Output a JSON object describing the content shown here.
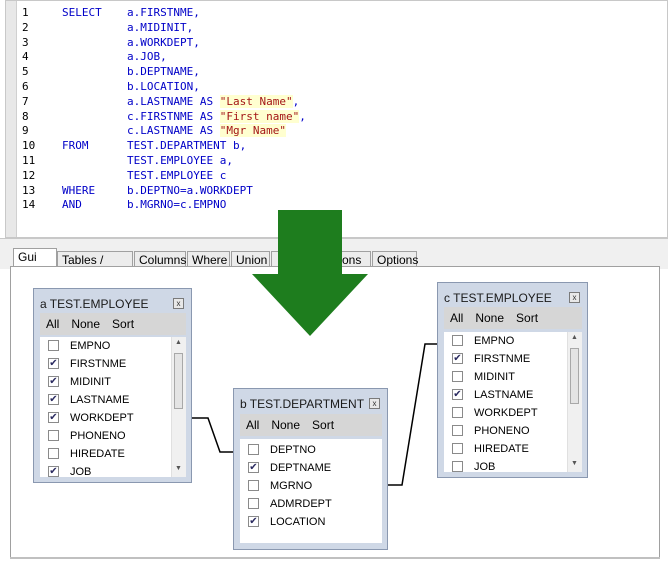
{
  "sql": {
    "lines": [
      {
        "n": "1",
        "kw": "SELECT",
        "text": "a.FIRSTNME,"
      },
      {
        "n": "2",
        "kw": "",
        "text": "a.MIDINIT,"
      },
      {
        "n": "3",
        "kw": "",
        "text": "a.WORKDEPT,"
      },
      {
        "n": "4",
        "kw": "",
        "text": "a.JOB,"
      },
      {
        "n": "5",
        "kw": "",
        "text": "b.DEPTNAME,"
      },
      {
        "n": "6",
        "kw": "",
        "text": "b.LOCATION,"
      },
      {
        "n": "7",
        "kw": "",
        "text": "a.LASTNAME",
        "as": "AS",
        "str": "\"Last Name\"",
        "tail": ","
      },
      {
        "n": "8",
        "kw": "",
        "text": "c.FIRSTNME",
        "as": "AS",
        "str": "\"First name\"",
        "tail": ","
      },
      {
        "n": "9",
        "kw": "",
        "text": "c.LASTNAME",
        "as": "AS",
        "str": "\"Mgr Name\"",
        "tail": ""
      },
      {
        "n": "10",
        "kw": "FROM",
        "text": "TEST.DEPARTMENT b,"
      },
      {
        "n": "11",
        "kw": "",
        "text": "TEST.EMPLOYEE a,"
      },
      {
        "n": "12",
        "kw": "",
        "text": "TEST.EMPLOYEE c"
      },
      {
        "n": "13",
        "kw": "WHERE",
        "text": "b.DEPTNO=a.WORKDEPT"
      },
      {
        "n": "14",
        "kw": "AND",
        "text": "b.MGRNO=c.EMPNO"
      }
    ]
  },
  "tabs": [
    "Gui",
    "Tables / Joins",
    "Columns",
    "Where",
    "Union",
    "",
    "tions",
    "Options"
  ],
  "tables": {
    "a": {
      "title": "a TEST.EMPLOYEE",
      "close": "x",
      "actions": [
        "All",
        "None",
        "Sort"
      ],
      "rows": [
        {
          "name": "EMPNO",
          "checked": false
        },
        {
          "name": "FIRSTNME",
          "checked": true
        },
        {
          "name": "MIDINIT",
          "checked": true
        },
        {
          "name": "LASTNAME",
          "checked": true
        },
        {
          "name": "WORKDEPT",
          "checked": true
        },
        {
          "name": "PHONENO",
          "checked": false
        },
        {
          "name": "HIREDATE",
          "checked": false
        },
        {
          "name": "JOB",
          "checked": true
        }
      ]
    },
    "b": {
      "title": "b TEST.DEPARTMENT",
      "close": "x",
      "actions": [
        "All",
        "None",
        "Sort"
      ],
      "rows": [
        {
          "name": "DEPTNO",
          "checked": false
        },
        {
          "name": "DEPTNAME",
          "checked": true
        },
        {
          "name": "MGRNO",
          "checked": false
        },
        {
          "name": "ADMRDEPT",
          "checked": false
        },
        {
          "name": "LOCATION",
          "checked": true
        }
      ]
    },
    "c": {
      "title": "c TEST.EMPLOYEE",
      "close": "x",
      "actions": [
        "All",
        "None",
        "Sort"
      ],
      "rows": [
        {
          "name": "EMPNO",
          "checked": false
        },
        {
          "name": "FIRSTNME",
          "checked": true
        },
        {
          "name": "MIDINIT",
          "checked": false
        },
        {
          "name": "LASTNAME",
          "checked": true
        },
        {
          "name": "WORKDEPT",
          "checked": false
        },
        {
          "name": "PHONENO",
          "checked": false
        },
        {
          "name": "HIREDATE",
          "checked": false
        },
        {
          "name": "JOB",
          "checked": false
        }
      ]
    }
  },
  "colors": {
    "arrow": "#1e7d1e",
    "keyword": "#0000c8",
    "string": "#a31515",
    "stringBg": "#ffffd0"
  }
}
